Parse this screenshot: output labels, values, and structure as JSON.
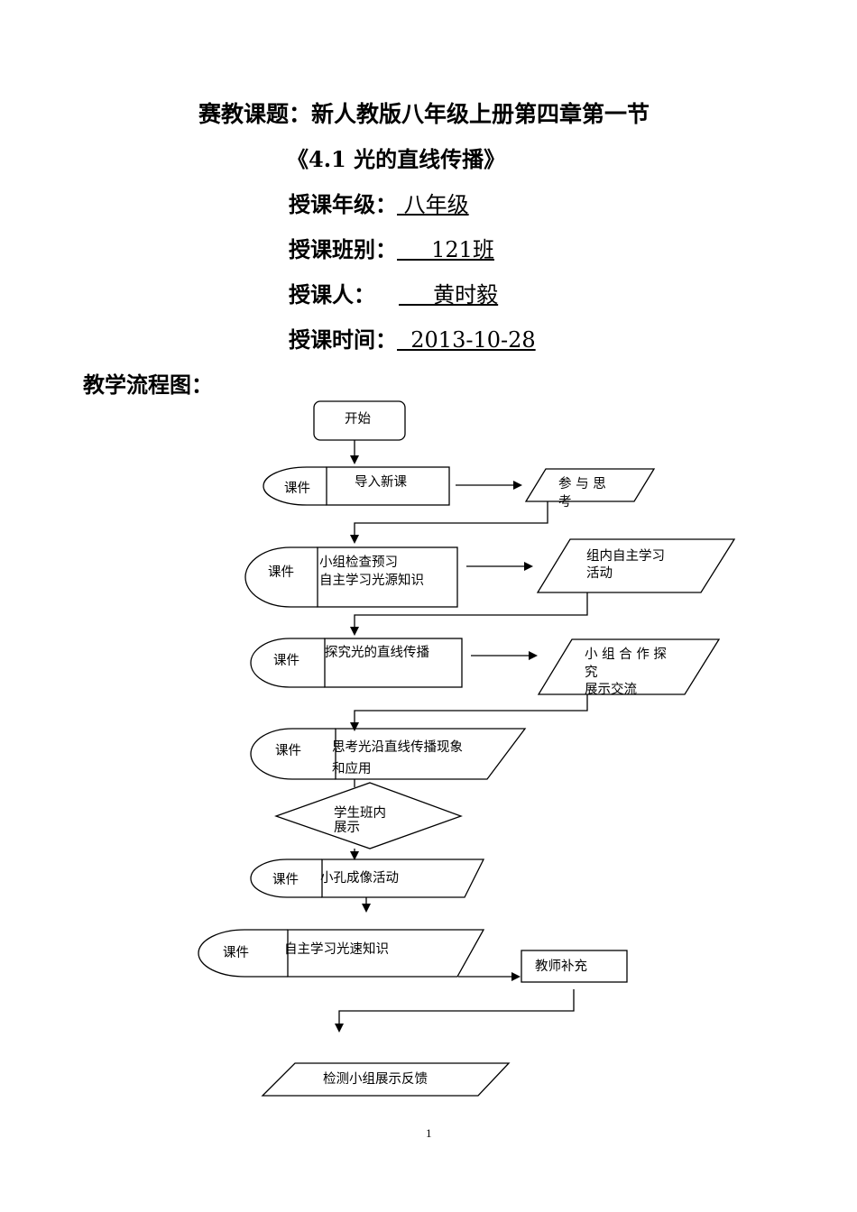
{
  "header": {
    "topic": "赛教课题：新人教版八年级上册第四章第一节",
    "lesson": "《4.1 光的直线传播》",
    "grade_label": "授课年级：",
    "grade_value": " 八年级",
    "class_label": "授课班别：",
    "class_value": "     121班",
    "teacher_label": "授课人：",
    "teacher_value": "     黄时毅",
    "date_label": "授课时间：",
    "date_value": "  2013-10-28"
  },
  "flowchart": {
    "heading": "教学流程图：",
    "start": "开始",
    "courseware": "课件",
    "step1": "导入新课",
    "step1_student": [
      "参 与 思",
      "考"
    ],
    "step2": [
      "小组检查预习",
      "自主学习光源知识"
    ],
    "step2_student": [
      "组内自主学习",
      "活动"
    ],
    "step3": "探究光的直线传播",
    "step3_student": [
      "小 组 合 作 探",
      "究",
      "展示交流"
    ],
    "step4": [
      "思考光沿直线传播现象",
      "和应用"
    ],
    "decision": [
      "学生班内",
      "展示"
    ],
    "step5": "小孔成像活动",
    "step6": "自主学习光速知识",
    "teacher_supplement": "教师补充",
    "final": "检测小组展示反馈"
  },
  "footer": {
    "page_number": "1"
  }
}
